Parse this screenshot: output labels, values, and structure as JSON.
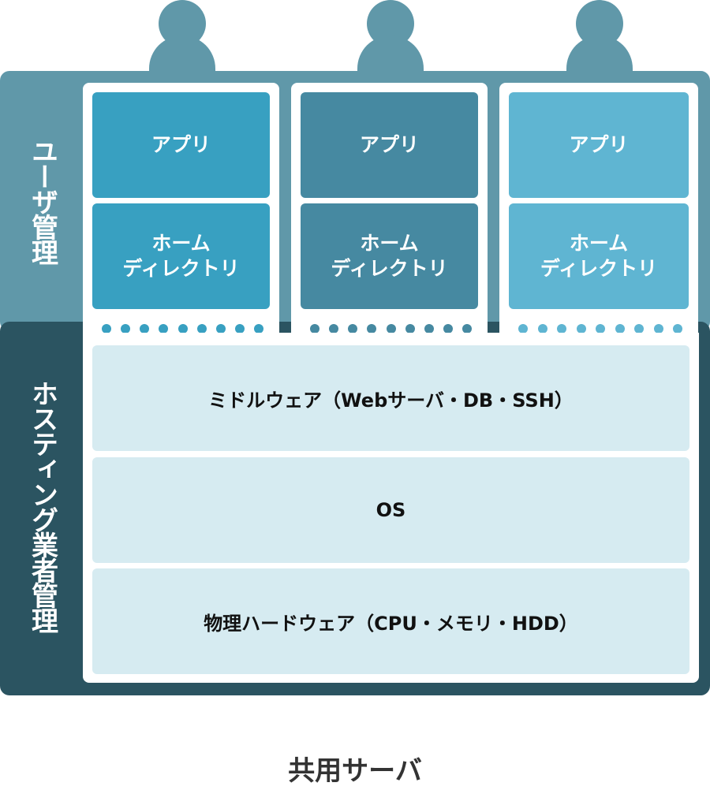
{
  "colors": {
    "user_band": "#6098a9",
    "host_band": "#2b5461",
    "col1": "#38a0c1",
    "col2": "#4689a1",
    "col3": "#5fb5d2",
    "layer": "#d6ebf1"
  },
  "side_labels": {
    "user": "ユーザ管理",
    "host": "ホスティング業者管理"
  },
  "columns": [
    {
      "app": "アプリ",
      "home": "ホーム\nディレクトリ"
    },
    {
      "app": "アプリ",
      "home": "ホーム\nディレクトリ"
    },
    {
      "app": "アプリ",
      "home": "ホーム\nディレクトリ"
    }
  ],
  "layers": [
    "ミドルウェア（Webサーバ・DB・SSH）",
    "OS",
    "物理ハードウェア（CPU・メモリ・HDD）"
  ],
  "title": "共用サーバ"
}
